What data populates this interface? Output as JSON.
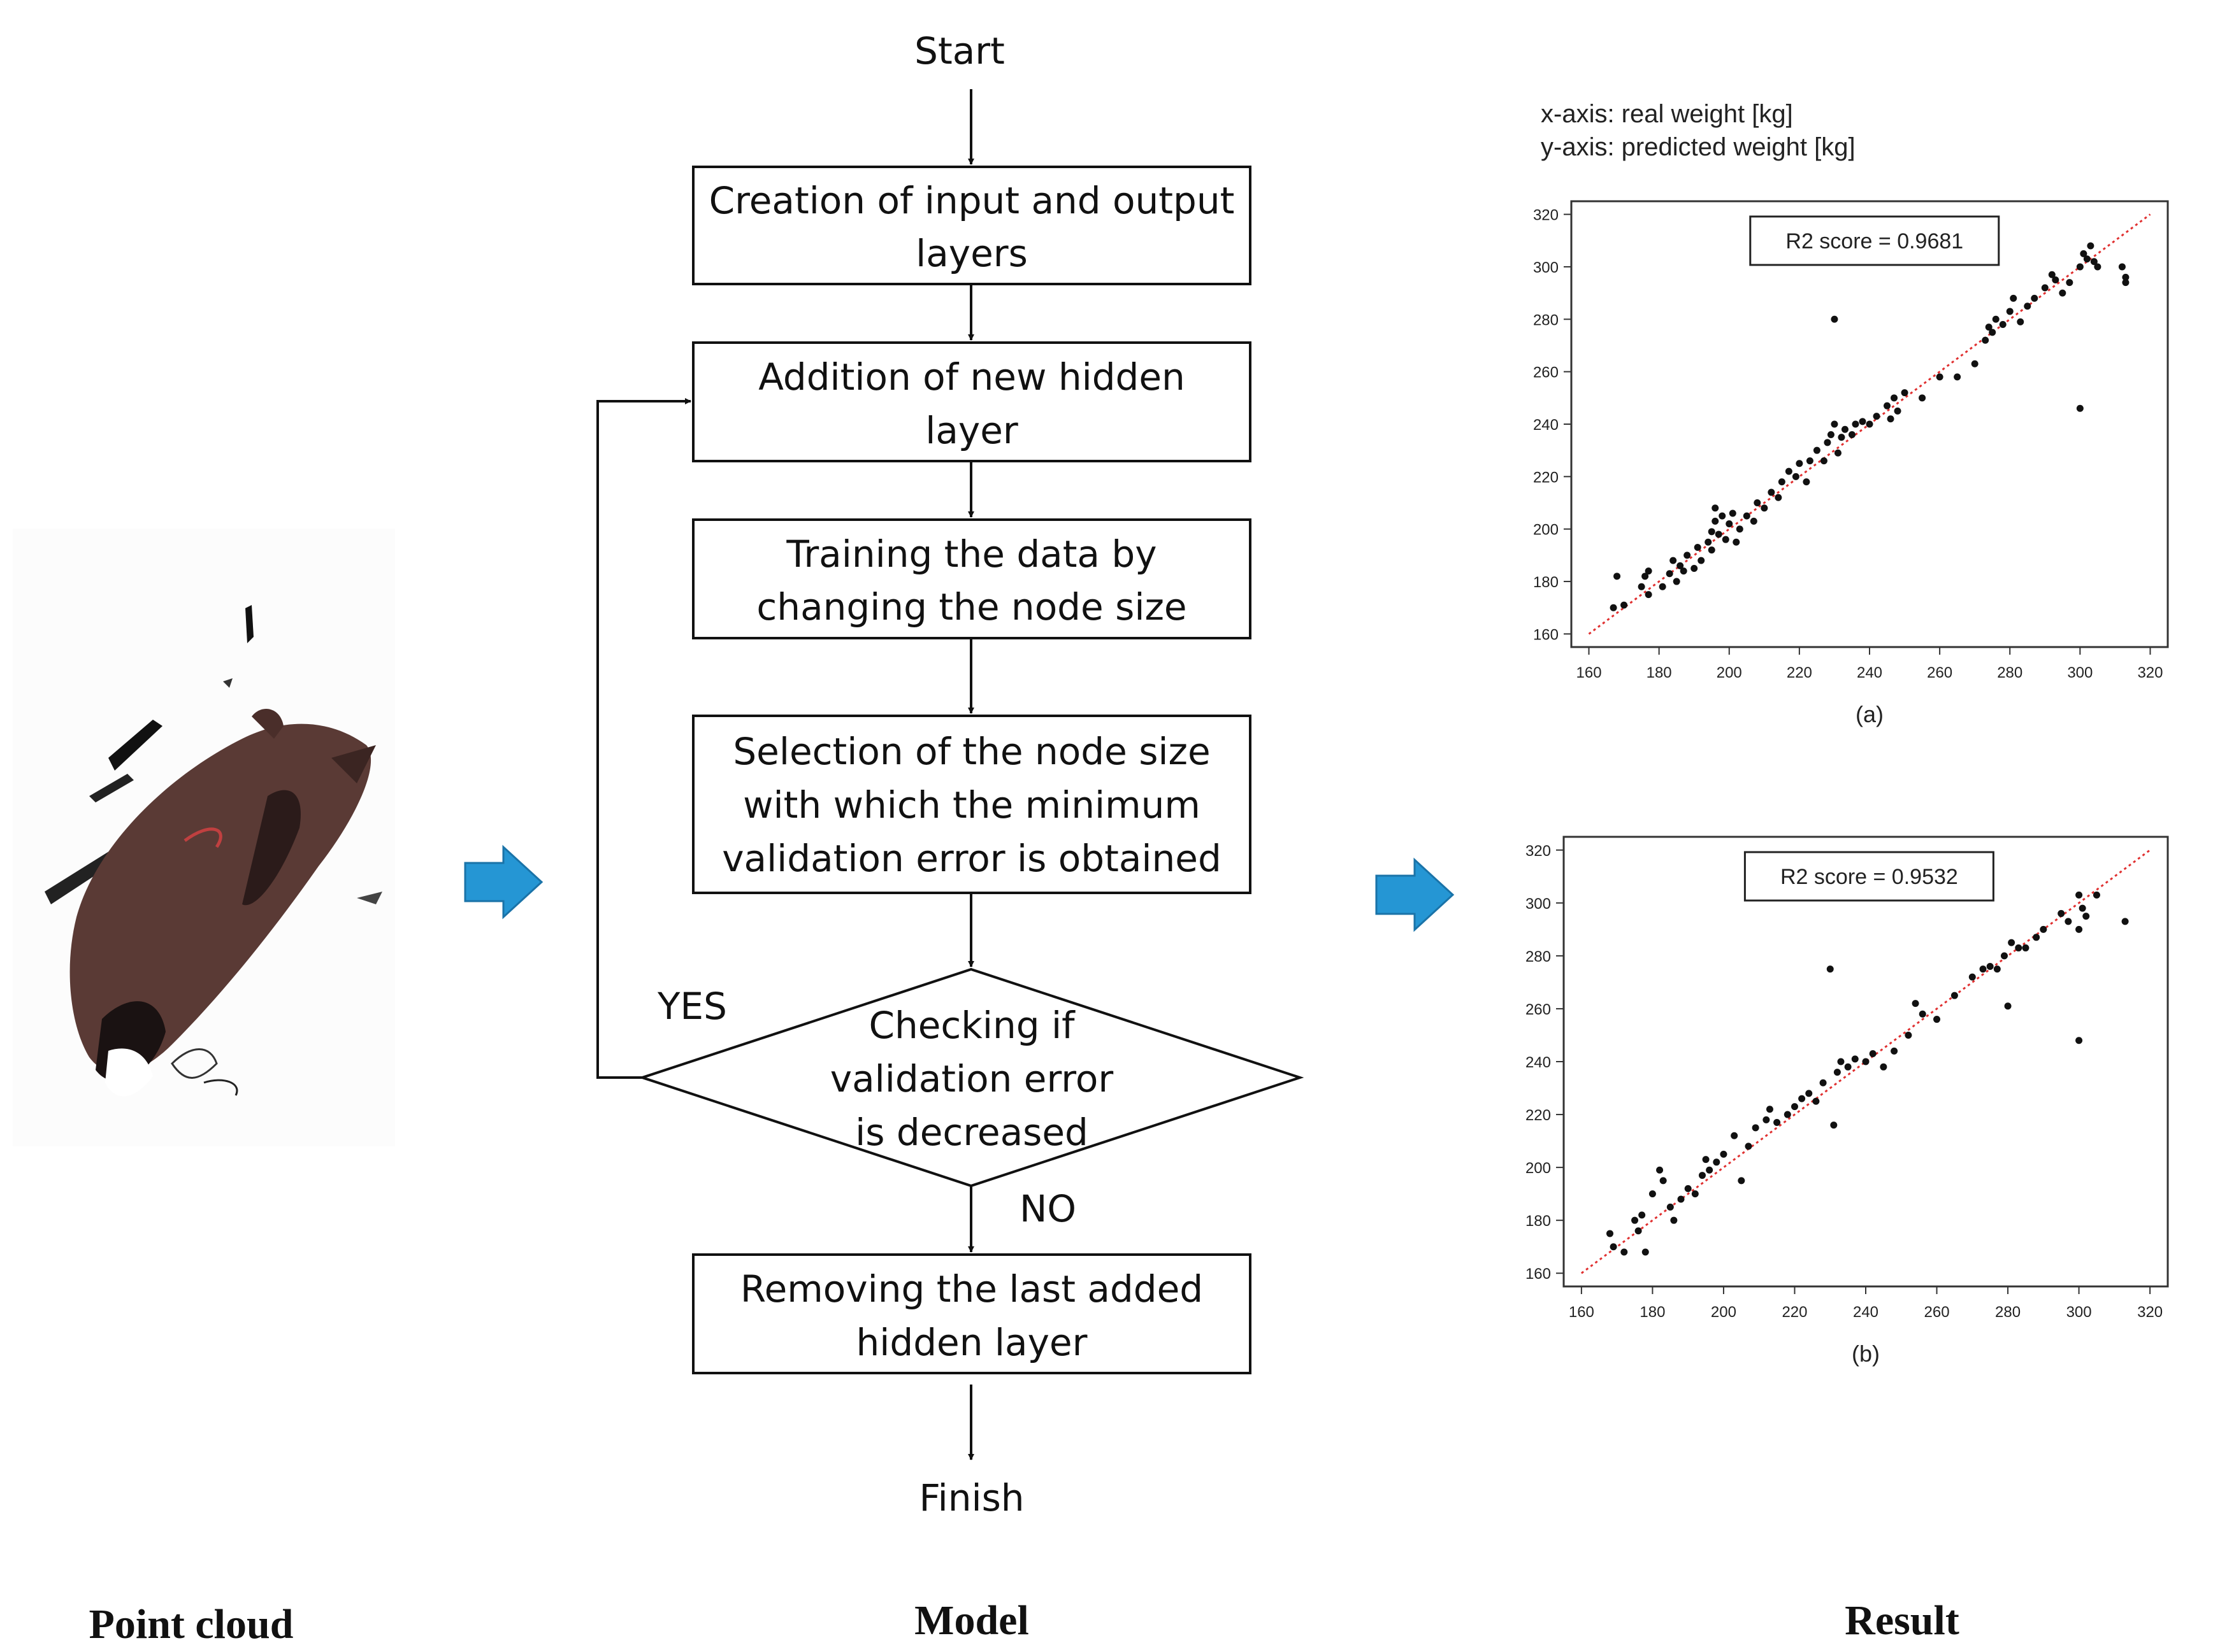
{
  "colors": {
    "arrow_blue": "#2596d4",
    "arrow_blue_dark": "#1a73a8",
    "fit_line": "#e03030",
    "point": "#111111",
    "pig_body": "#5a3a35"
  },
  "sections": {
    "point_cloud": "Point cloud",
    "model": "Model",
    "result": "Result"
  },
  "flowchart": {
    "start": "Start",
    "finish": "Finish",
    "steps": [
      [
        "Creation of input and output",
        "layers"
      ],
      [
        "Addition of new hidden",
        "layer"
      ],
      [
        "Training the data by",
        "changing the node size"
      ],
      [
        "Selection of the node size",
        "with which the minimum",
        "validation error is obtained"
      ],
      [
        "Removing the last added",
        "hidden layer"
      ]
    ],
    "decision": [
      "Checking if",
      "validation error",
      "is decreased"
    ],
    "yes_label": "YES",
    "no_label": "NO"
  },
  "axis_notes": {
    "x": "x-axis:  real weight [kg]",
    "y": "y-axis:  predicted weight [kg]"
  },
  "chart_data": [
    {
      "type": "scatter",
      "sublabel": "(a)",
      "annotation": "R2 score = 0.9681",
      "xlim": [
        155,
        325
      ],
      "ylim": [
        155,
        325
      ],
      "xticks": [
        160,
        180,
        200,
        220,
        240,
        260,
        280,
        300,
        320
      ],
      "yticks": [
        160,
        180,
        200,
        220,
        240,
        260,
        280,
        300,
        320
      ],
      "fit_line": [
        [
          160,
          160
        ],
        [
          320,
          320
        ]
      ],
      "points": [
        [
          167,
          170
        ],
        [
          168,
          182
        ],
        [
          170,
          171
        ],
        [
          175,
          178
        ],
        [
          176,
          182
        ],
        [
          177,
          175
        ],
        [
          177,
          184
        ],
        [
          181,
          178
        ],
        [
          183,
          183
        ],
        [
          184,
          188
        ],
        [
          185,
          180
        ],
        [
          186,
          186
        ],
        [
          187,
          184
        ],
        [
          188,
          190
        ],
        [
          190,
          185
        ],
        [
          191,
          193
        ],
        [
          192,
          188
        ],
        [
          194,
          195
        ],
        [
          195,
          192
        ],
        [
          195,
          199
        ],
        [
          196,
          203
        ],
        [
          196,
          208
        ],
        [
          197,
          198
        ],
        [
          198,
          205
        ],
        [
          199,
          196
        ],
        [
          200,
          202
        ],
        [
          201,
          206
        ],
        [
          202,
          195
        ],
        [
          203,
          200
        ],
        [
          205,
          205
        ],
        [
          207,
          203
        ],
        [
          208,
          210
        ],
        [
          210,
          208
        ],
        [
          212,
          214
        ],
        [
          214,
          212
        ],
        [
          215,
          218
        ],
        [
          217,
          222
        ],
        [
          219,
          220
        ],
        [
          220,
          225
        ],
        [
          222,
          218
        ],
        [
          223,
          226
        ],
        [
          225,
          230
        ],
        [
          227,
          226
        ],
        [
          228,
          233
        ],
        [
          229,
          236
        ],
        [
          230,
          240
        ],
        [
          230,
          280
        ],
        [
          231,
          229
        ],
        [
          232,
          235
        ],
        [
          233,
          238
        ],
        [
          235,
          236
        ],
        [
          236,
          240
        ],
        [
          238,
          241
        ],
        [
          240,
          240
        ],
        [
          242,
          243
        ],
        [
          245,
          247
        ],
        [
          246,
          242
        ],
        [
          247,
          250
        ],
        [
          248,
          245
        ],
        [
          250,
          252
        ],
        [
          255,
          250
        ],
        [
          260,
          258
        ],
        [
          265,
          258
        ],
        [
          270,
          263
        ],
        [
          273,
          272
        ],
        [
          274,
          277
        ],
        [
          275,
          275
        ],
        [
          276,
          280
        ],
        [
          278,
          278
        ],
        [
          280,
          283
        ],
        [
          281,
          288
        ],
        [
          283,
          279
        ],
        [
          285,
          285
        ],
        [
          287,
          288
        ],
        [
          290,
          292
        ],
        [
          292,
          297
        ],
        [
          293,
          295
        ],
        [
          295,
          290
        ],
        [
          297,
          294
        ],
        [
          300,
          300
        ],
        [
          300,
          246
        ],
        [
          301,
          305
        ],
        [
          302,
          303
        ],
        [
          303,
          308
        ],
        [
          304,
          302
        ],
        [
          305,
          300
        ],
        [
          312,
          300
        ],
        [
          313,
          296
        ],
        [
          313,
          294
        ]
      ]
    },
    {
      "type": "scatter",
      "sublabel": "(b)",
      "annotation": "R2 score = 0.9532",
      "xlim": [
        155,
        325
      ],
      "ylim": [
        155,
        325
      ],
      "xticks": [
        160,
        180,
        200,
        220,
        240,
        260,
        280,
        300,
        320
      ],
      "yticks": [
        160,
        180,
        200,
        220,
        240,
        260,
        280,
        300,
        320
      ],
      "fit_line": [
        [
          160,
          160
        ],
        [
          320,
          320
        ]
      ],
      "points": [
        [
          168,
          175
        ],
        [
          169,
          170
        ],
        [
          172,
          168
        ],
        [
          175,
          180
        ],
        [
          176,
          176
        ],
        [
          177,
          182
        ],
        [
          178,
          168
        ],
        [
          180,
          190
        ],
        [
          182,
          199
        ],
        [
          183,
          195
        ],
        [
          185,
          185
        ],
        [
          186,
          180
        ],
        [
          188,
          188
        ],
        [
          190,
          192
        ],
        [
          192,
          190
        ],
        [
          194,
          197
        ],
        [
          195,
          203
        ],
        [
          196,
          199
        ],
        [
          198,
          202
        ],
        [
          200,
          205
        ],
        [
          203,
          212
        ],
        [
          205,
          195
        ],
        [
          207,
          208
        ],
        [
          209,
          215
        ],
        [
          212,
          218
        ],
        [
          213,
          222
        ],
        [
          215,
          217
        ],
        [
          218,
          220
        ],
        [
          220,
          223
        ],
        [
          222,
          226
        ],
        [
          224,
          228
        ],
        [
          226,
          225
        ],
        [
          228,
          232
        ],
        [
          230,
          275
        ],
        [
          231,
          216
        ],
        [
          232,
          236
        ],
        [
          233,
          240
        ],
        [
          235,
          238
        ],
        [
          237,
          241
        ],
        [
          240,
          240
        ],
        [
          242,
          243
        ],
        [
          245,
          238
        ],
        [
          248,
          244
        ],
        [
          252,
          250
        ],
        [
          254,
          262
        ],
        [
          256,
          258
        ],
        [
          260,
          256
        ],
        [
          265,
          265
        ],
        [
          270,
          272
        ],
        [
          273,
          275
        ],
        [
          275,
          276
        ],
        [
          277,
          275
        ],
        [
          279,
          280
        ],
        [
          280,
          261
        ],
        [
          281,
          285
        ],
        [
          283,
          283
        ],
        [
          285,
          283
        ],
        [
          288,
          287
        ],
        [
          290,
          290
        ],
        [
          295,
          296
        ],
        [
          297,
          293
        ],
        [
          300,
          290
        ],
        [
          300,
          303
        ],
        [
          301,
          298
        ],
        [
          302,
          295
        ],
        [
          305,
          303
        ],
        [
          300,
          248
        ],
        [
          313,
          293
        ]
      ]
    }
  ]
}
